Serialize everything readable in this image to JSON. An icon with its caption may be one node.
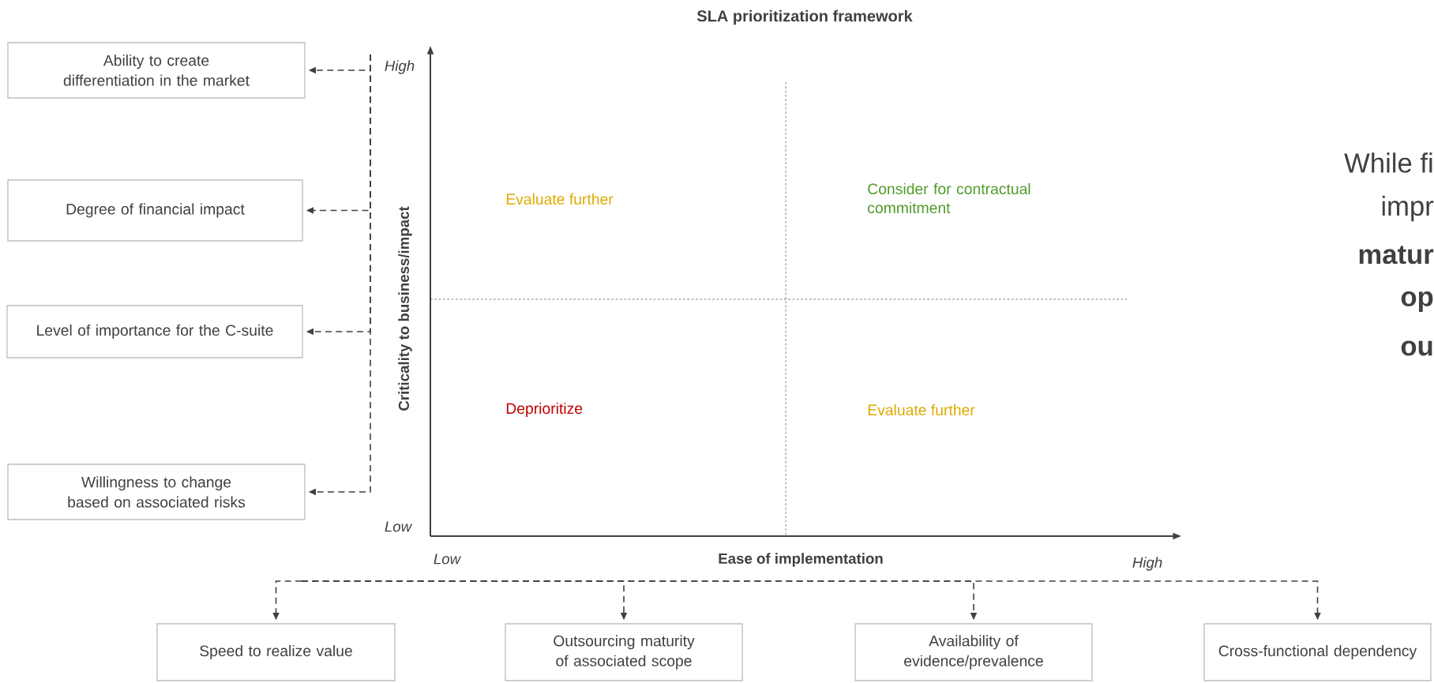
{
  "diagram": {
    "title": "SLA prioritization framework",
    "nodes": [
      {
        "text": [
          "Ability to create differentiation in the market"
        ]
      },
      {
        "text": [
          "Degree of financial impact"
        ]
      },
      {
        "text": [
          "Level of importance for the C-suite"
        ]
      },
      {
        "text": [
          "Willingness to change based on associated risks"
        ]
      },
      {
        "text": [
          "Speed to realize value"
        ]
      },
      {
        "text": [
          "Outsourcing maturity of associated scope"
        ]
      },
      {
        "text": [
          "Availability of evidence/prevalence"
        ]
      },
      {
        "text": [
          "Cross-functional dependency"
        ]
      }
    ],
    "edges": [
      {
        "from": null,
        "to": 0,
        "arrow": "to",
        "style": "dashed"
      },
      {
        "from": null,
        "to": 1,
        "arrow": "to",
        "style": "dashed"
      },
      {
        "from": null,
        "to": 2,
        "arrow": "to",
        "style": "dashed"
      },
      {
        "from": null,
        "to": 3,
        "arrow": "to",
        "style": "dashed"
      },
      {
        "from": null,
        "to": 4,
        "arrow": "to",
        "style": "dashed"
      },
      {
        "from": null,
        "to": 5,
        "arrow": "to",
        "style": "dashed"
      },
      {
        "from": null,
        "to": 6,
        "arrow": "to",
        "style": "dashed"
      },
      {
        "from": null,
        "to": 7,
        "arrow": "to",
        "style": "dashed"
      }
    ],
    "labels": [
      "High",
      "Low",
      "Criticality to business/impact",
      "Evaluate further",
      "Consider for contractual commitment",
      "Deprioritize",
      "Evaluate further",
      "Low",
      "Ease of implementation",
      "High",
      "While fi",
      "impr",
      "matur",
      "op",
      "ou"
    ]
  }
}
